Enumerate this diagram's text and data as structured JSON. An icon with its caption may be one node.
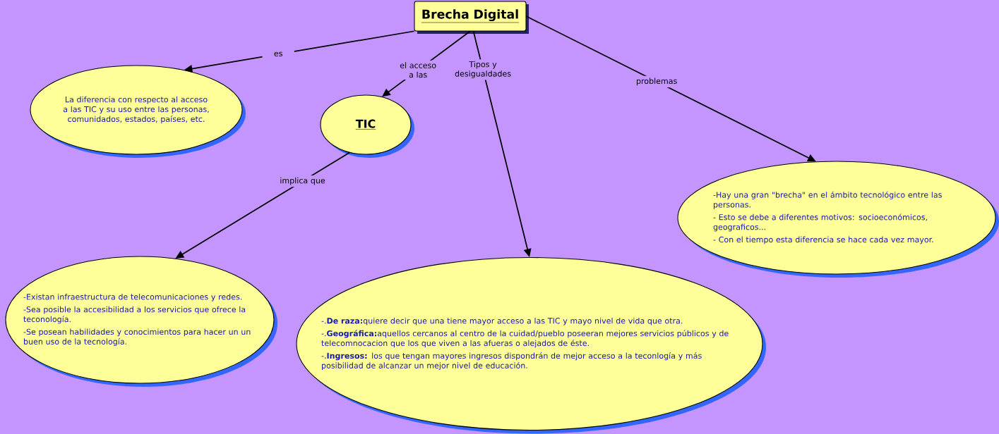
{
  "diagram": {
    "nodes": [
      {
        "text": [
          "Brecha Digital"
        ]
      },
      {
        "text": [
          "La diferencia  con respecto al acceso a las TIC y su uso entre las personas, comunidados, estados, países, etc."
        ]
      },
      {
        "text": [
          "TIC"
        ]
      },
      {
        "text": [
          "-Existan infraestructura de telecomunicaciones y redes.",
          "-Sea posible la accesibilidad a los servicios que ofrece la teconología.",
          "-Se posean habilidades y conocimientos para hacer un un buen uso de la tecnología."
        ]
      },
      {
        "text": [
          "-.**De raza:**quiere decir que una tiene mayor acceso a las TIC y mayo nivel de vida que otra.",
          "-.**Geográfica:**aquellos cercanos al centro de la cuidad/pueblo poseeran mejores servicios públicos y de telecomnocacion que los que viven a las afueras o alejados de éste.",
          "-.**Ingresos:** los que tengan mayores ingresos dispondrán de mejor acceso a la teconlogía y más posibilidad de alcanzar un mejor nivel de educación."
        ]
      },
      {
        "text": [
          "-Hay una gran \"brecha\" en el ámbito tecnológico entre las personas.",
          "- Esto se debe a diferentes motivos: socioeconómicos, geograficos...",
          "- Con el tiempo esta diferencia se hace cada vez mayor."
        ]
      }
    ],
    "edges": [
      {
        "from": 0,
        "to": 1,
        "arrow": "to",
        "label": "es"
      },
      {
        "from": 0,
        "to": 2,
        "arrow": "to",
        "label": "el acceso a las"
      },
      {
        "from": 0,
        "to": 4,
        "arrow": "to",
        "label": "Tipos y desigualdades"
      },
      {
        "from": 0,
        "to": 5,
        "arrow": "to",
        "label": "problemas"
      },
      {
        "from": 2,
        "to": 3,
        "arrow": "to",
        "label": "implica que"
      }
    ]
  }
}
